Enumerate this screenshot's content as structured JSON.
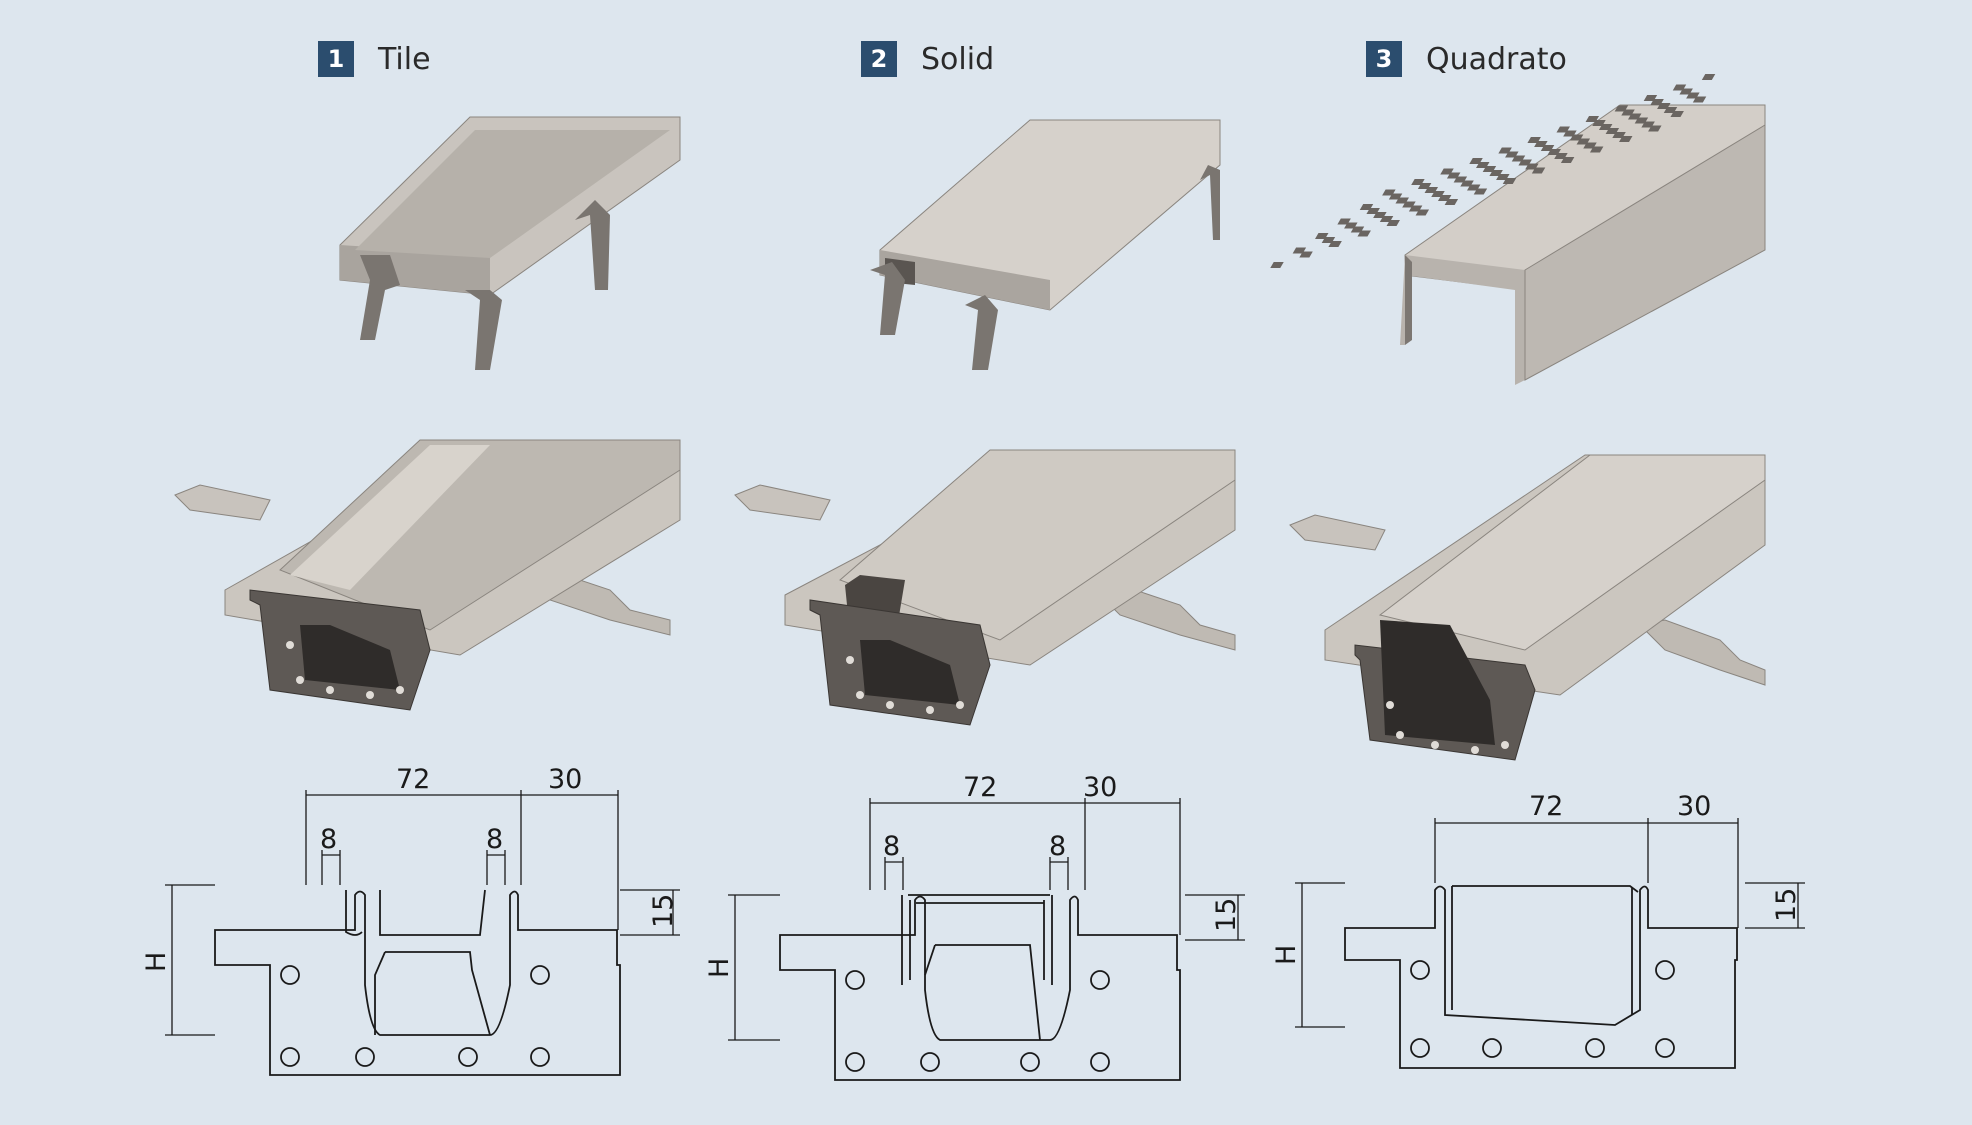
{
  "products": [
    {
      "number": "1",
      "name": "Tile"
    },
    {
      "number": "2",
      "name": "Solid"
    },
    {
      "number": "3",
      "name": "Quadrato"
    }
  ],
  "dimensions": {
    "channel_width": "72",
    "flange_width": "30",
    "wall": "8",
    "flange_height": "15",
    "height": "H"
  },
  "colors": {
    "background": "#dde6ee",
    "badge": "#2b4d6e",
    "steel_light": "#cfcac4",
    "steel_dark": "#6e6964",
    "line": "#1a1a1a"
  }
}
